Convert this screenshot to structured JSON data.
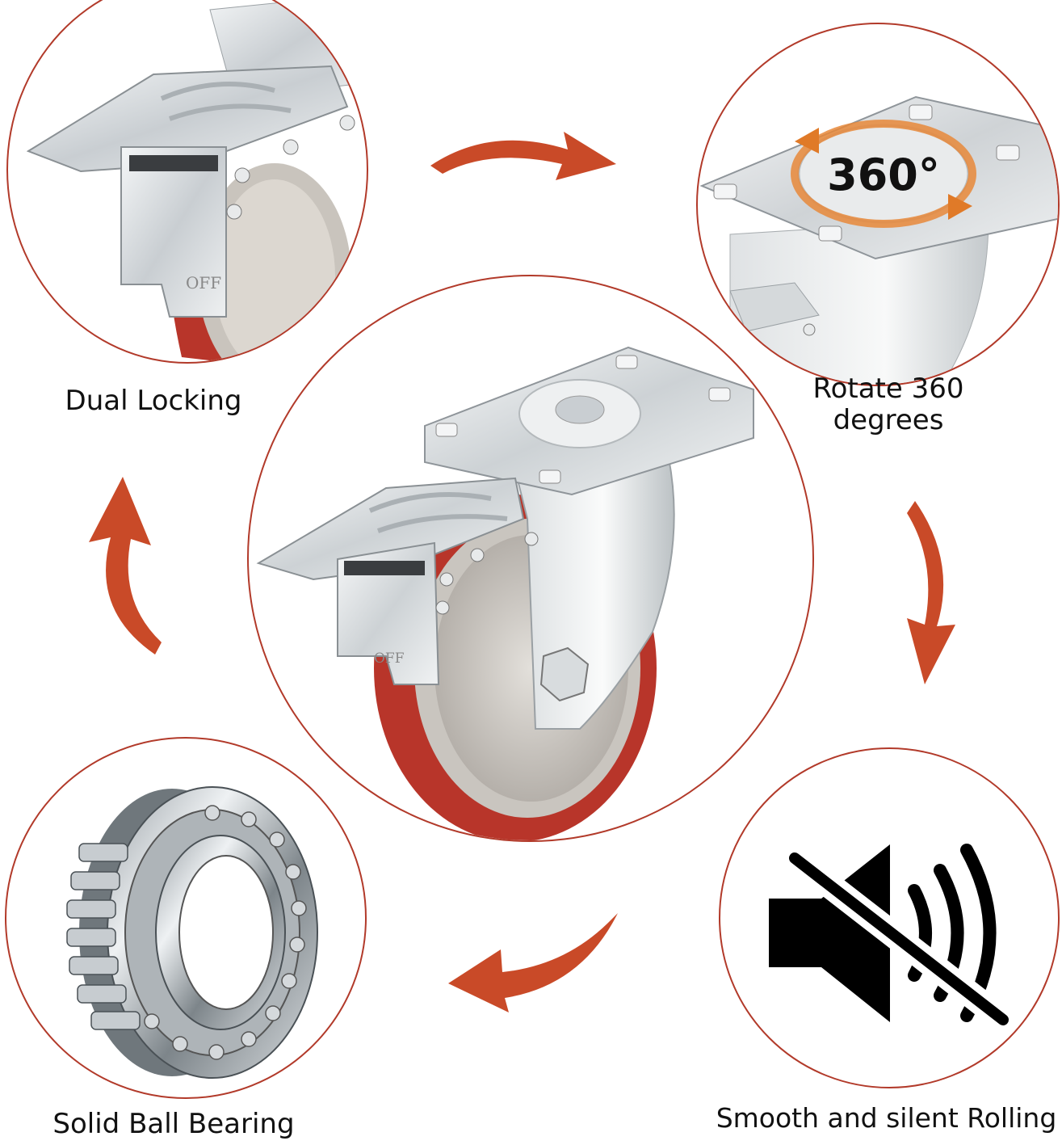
{
  "features": {
    "top_left": {
      "label": "Dual Locking",
      "icon": "locking-caster-closeup",
      "stamp": "OFF"
    },
    "top_right": {
      "label": "Rotate 360 degrees",
      "label_line1": "Rotate 360",
      "label_line2": "degrees",
      "badge": "360°",
      "icon": "swivel-plate"
    },
    "center": {
      "icon": "caster-wheel",
      "stamp": "OFF"
    },
    "bottom_left": {
      "label": "Solid Ball Bearing",
      "icon": "ball-bearing"
    },
    "bottom_right": {
      "label": "Smooth and silent Rolling",
      "icon": "muted-speaker-icon"
    }
  },
  "colors": {
    "circle_border": "#b23a2a",
    "arrow": "#c94a28",
    "wheel_red": "#b8352a",
    "metal": "#d9dde0"
  }
}
